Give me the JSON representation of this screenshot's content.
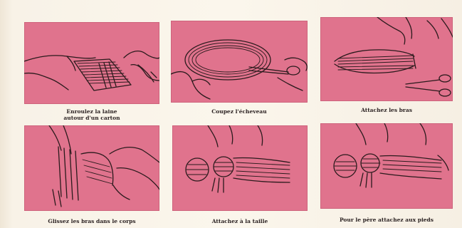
{
  "captions": {
    "p1": [
      "Enroulez la laine",
      "autour d'un carton"
    ],
    "p2": [
      "Coupez l'écheveau"
    ],
    "p3": [
      "Attachez les bras"
    ],
    "p4": [
      "Glissez les bras dans le corps"
    ],
    "p5": [
      "Attachez à la taille"
    ],
    "p6": [
      "Pour le père attachez aux pieds"
    ]
  },
  "colors": {
    "panel": "#e0738d",
    "paper": "#fbf6ec",
    "ink": "#2a1a1c"
  },
  "icons": {
    "p1": "hands-wrapping-yarn-on-card-illustration",
    "p2": "hands-cutting-skein-with-scissors-illustration",
    "p3": "hands-tying-arms-with-scissors-illustration",
    "p4": "hands-sliding-arms-into-body-illustration",
    "p5": "hands-tying-waist-illustration",
    "p6": "hands-tying-feet-illustration"
  }
}
